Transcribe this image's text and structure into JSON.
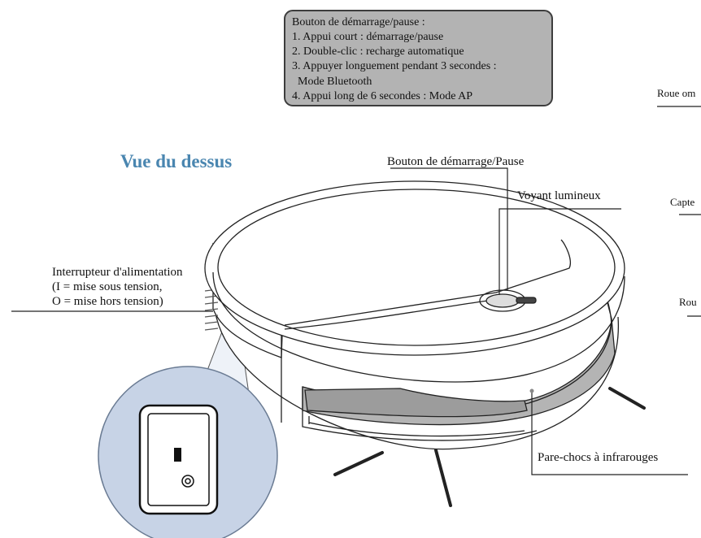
{
  "callout": {
    "lines": [
      "Bouton de démarrage/pause :",
      "1. Appui court : démarrage/pause",
      "2. Double-clic : recharge automatique",
      "3. Appuyer longuement pendant 3 secondes :",
      "Mode Bluetooth",
      "4. Appui long de 6 secondes : Mode AP"
    ]
  },
  "title": "Vue du dessus",
  "labels": {
    "start_button": "Bouton de démarrage/Pause",
    "indicator": "Voyant lumineux",
    "power_switch": [
      "Interrupteur d'alimentation",
      "(I = mise sous tension,",
      "O = mise hors tension)"
    ],
    "bumper": "Pare-chocs à infrarouges"
  },
  "switch_symbols": {
    "on": "I"
  },
  "edge_labels": [
    "Roue  om",
    "Capte",
    "Rou"
  ],
  "colors": {
    "title": "#4a86b0",
    "callout_bg": "#b3b3b3",
    "bumper": "#b4b4b4",
    "zoom_circle": "#c7d3e6"
  }
}
